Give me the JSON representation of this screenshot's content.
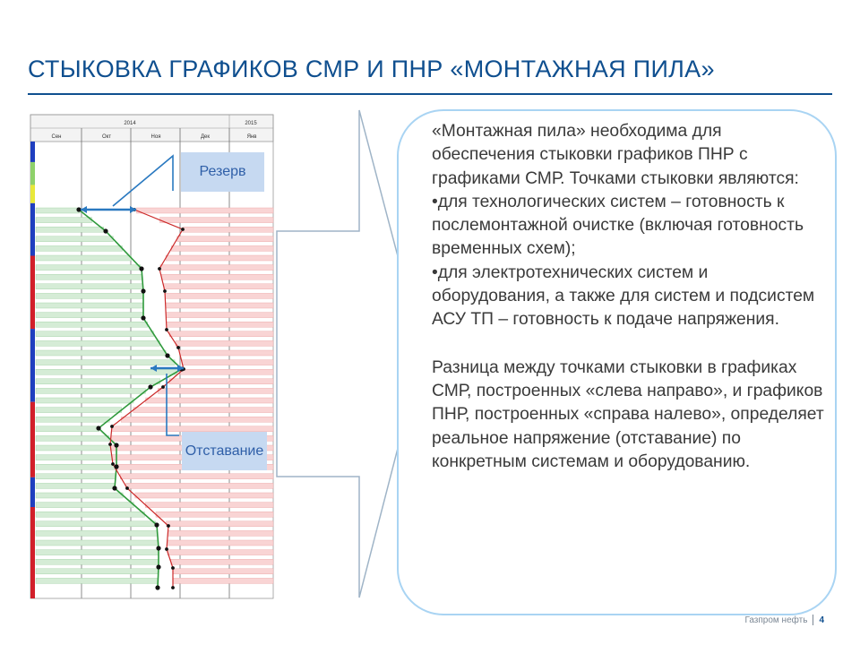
{
  "slide": {
    "title": "СТЫКОВКА ГРАФИКОВ СМР И ПНР «МОНТАЖНАЯ ПИЛА»",
    "paragraph1": "«Монтажная пила» необходима для обеспечения стыковки графиков ПНР с графиками СМР. Точками стыковки являются:\n•для технологических систем – готовность к послемонтажной очистке (включая готовность временных схем);\n•для электротехнических систем и оборудования, а также для систем и подсистем АСУ ТП – готовность к подаче напряжения.",
    "paragraph2": "Разница между точками стыковки в графиках СМР, построенных «слева направо», и графиков ПНР, построенных «справа налево», определяет реальное напряжение (отставание) по конкретным системам и оборудованию."
  },
  "gantt": {
    "years": [
      "2014",
      "2015"
    ],
    "months": [
      "Сен",
      "Окт",
      "Ноя",
      "Дек",
      "Янв"
    ],
    "label_reserve": "Резерв",
    "label_delay": "Отставание",
    "colors": {
      "smr": "#d5ecd6",
      "pnr": "#f9d4d4",
      "smr_line": "#2f9a3c",
      "pnr_line": "#cc2a2a",
      "arrow": "#2a79c0"
    }
  },
  "footer": {
    "company": "Газпром нефть",
    "page": "4"
  }
}
